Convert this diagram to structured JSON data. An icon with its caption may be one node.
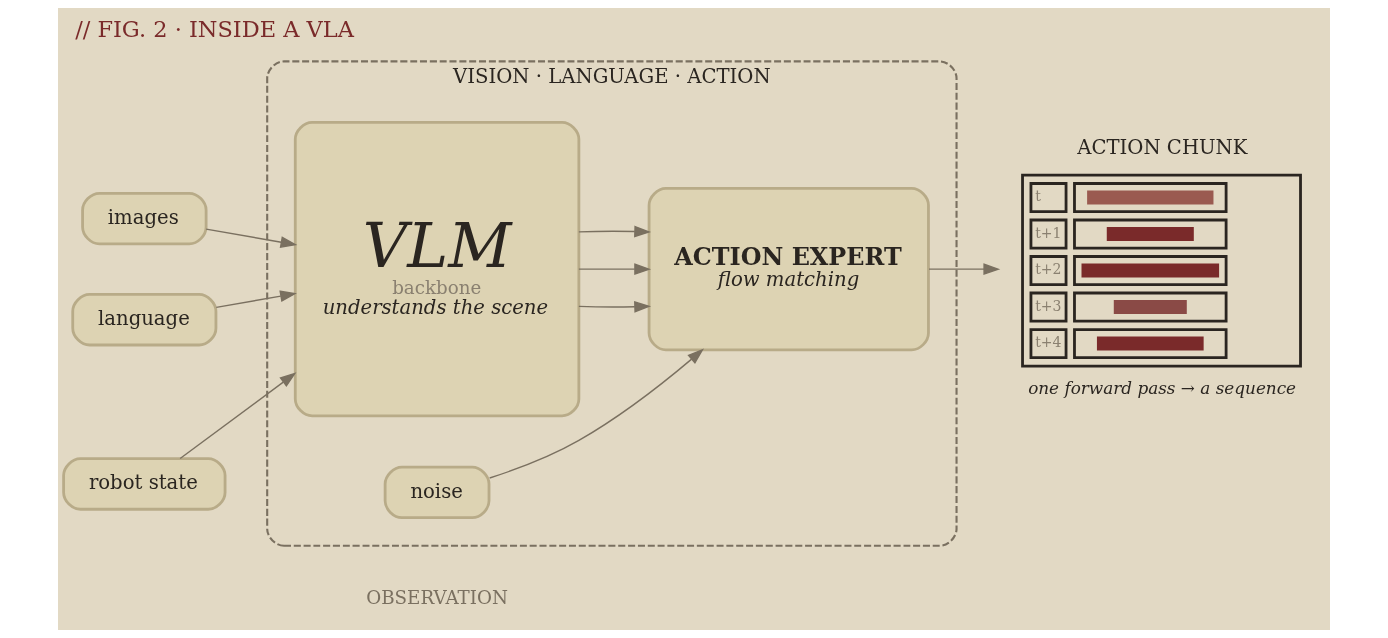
{
  "diagram": {
    "title": "// FIG. 2 · INSIDE A VLA",
    "nodes": [
      {
        "text": [
          "VISION · LANGUAGE · ACTION"
        ]
      },
      {
        "text": [
          "images"
        ]
      },
      {
        "text": [
          "language"
        ]
      },
      {
        "text": [
          "robot state"
        ]
      },
      {
        "text": [
          "VLM",
          "backbone",
          "understands the scene"
        ],
        "in": 0
      },
      {
        "text": [
          "ACTION EXPERT",
          "flow matching"
        ],
        "in": 0
      },
      {
        "text": [
          "noise"
        ],
        "in": 0
      },
      {
        "text": [
          "ACTION CHUNK",
          "t",
          "t+1",
          "t+2",
          "t+3",
          "t+4"
        ],
        "beside": [
          "one forward pass → a sequence"
        ]
      }
    ],
    "edges": [
      {
        "from": 1,
        "to": 4,
        "arrow": "to"
      },
      {
        "from": 2,
        "to": 4,
        "arrow": "to"
      },
      {
        "from": 3,
        "to": 4,
        "arrow": "to"
      },
      {
        "from": 4,
        "to": 5,
        "arrow": "to"
      },
      {
        "from": 4,
        "to": 5,
        "arrow": "to"
      },
      {
        "from": 4,
        "to": 5,
        "arrow": "to"
      },
      {
        "from": 6,
        "to": 5,
        "arrow": "to"
      },
      {
        "from": 5,
        "to": 7,
        "arrow": "to"
      }
    ],
    "labels": [
      "OBSERVATION"
    ]
  }
}
